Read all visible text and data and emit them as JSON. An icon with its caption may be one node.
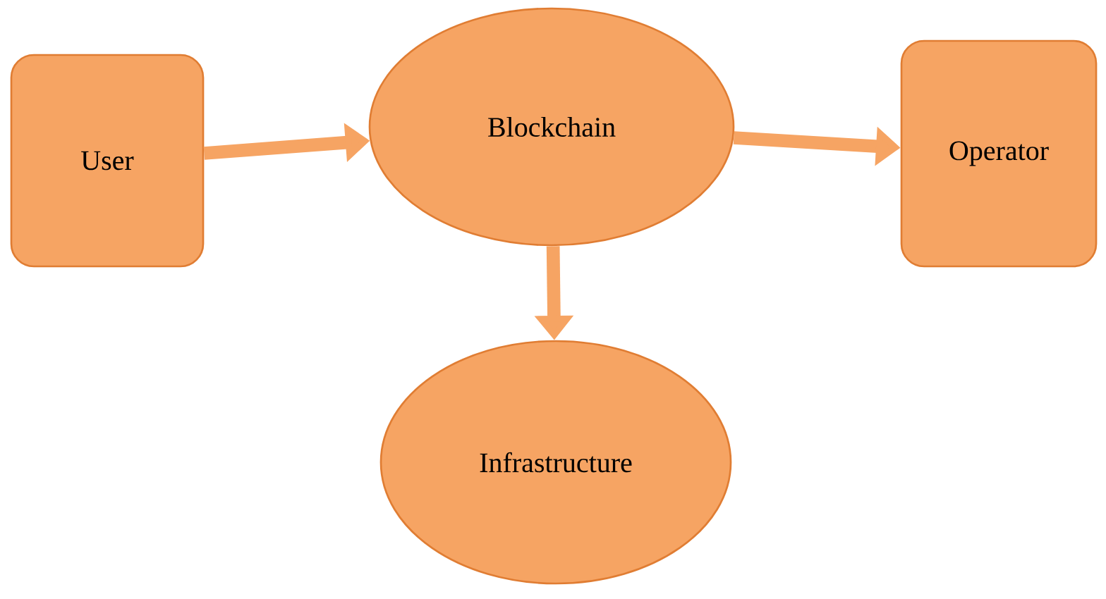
{
  "diagram": {
    "nodes": [
      {
        "text": [
          "User"
        ]
      },
      {
        "text": [
          "Blockchain"
        ]
      },
      {
        "text": [
          "Operator"
        ]
      },
      {
        "text": [
          "Infrastructure"
        ]
      }
    ],
    "edges": [
      {
        "from": 0,
        "to": 1,
        "arrow": "to"
      },
      {
        "from": 1,
        "to": 2,
        "arrow": "to"
      },
      {
        "from": 1,
        "to": 3,
        "arrow": "to"
      }
    ]
  }
}
